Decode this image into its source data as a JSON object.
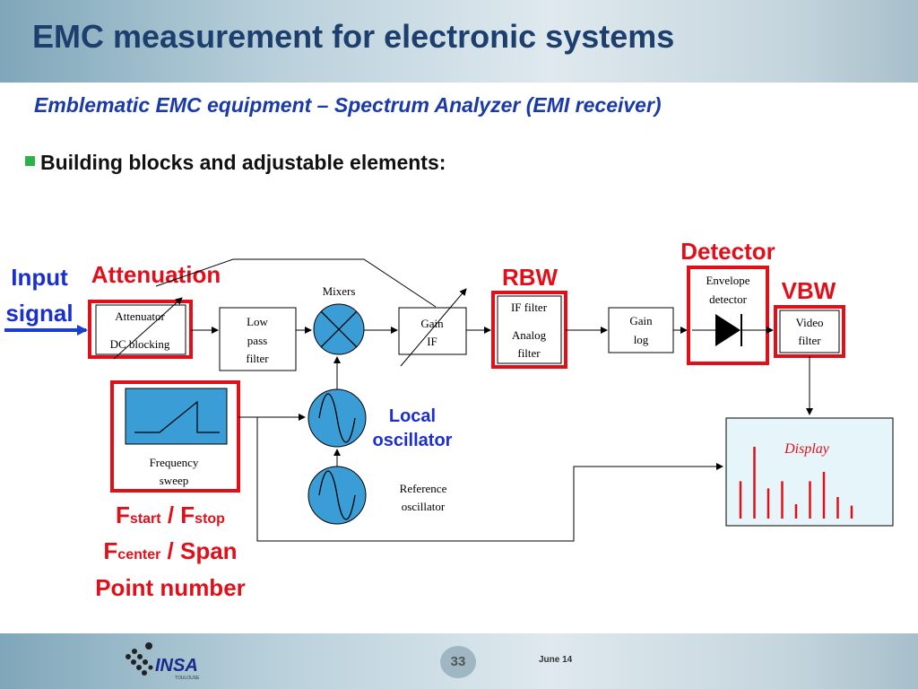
{
  "header": {
    "title": "EMC measurement for electronic systems"
  },
  "subtitle": "Emblematic EMC equipment – Spectrum Analyzer (EMI receiver)",
  "bullet": "Building blocks and adjustable elements:",
  "diagram": {
    "input_line1": "Input",
    "input_line2": "signal",
    "attenuation_label": "Attenuation",
    "attenuator_line1": "Attenuator",
    "attenuator_line2": "DC blocking",
    "lowpass_line1": "Low",
    "lowpass_line2": "pass",
    "lowpass_line3": "filter",
    "mixers": "Mixers",
    "gainif_line1": "Gain",
    "gainif_line2": "IF",
    "rbw": "RBW",
    "iffilter_line1": "IF filter",
    "iffilter_line2": "Analog",
    "iffilter_line3": "filter",
    "gainlog_line1": "Gain",
    "gainlog_line2": "log",
    "detector": "Detector",
    "envelope_line1": "Envelope",
    "envelope_line2": "detector",
    "vbw": "VBW",
    "video_line1": "Video",
    "video_line2": "filter",
    "local_osc_line1": "Local",
    "local_osc_line2": "oscillator",
    "ref_osc_line1": "Reference",
    "ref_osc_line2": "oscillator",
    "sweep_line1": "Frequency",
    "sweep_line2": "sweep",
    "display": "Display",
    "fstart_F": "F",
    "fstart_sub": "start",
    "fstop_mid": " / F",
    "fstop_sub": "stop",
    "fcenter_F": "F",
    "fcenter_sub": "center",
    "span": " / Span",
    "point_number": "Point number",
    "display_spectrum_levels": [
      0.52,
      1.0,
      0.42,
      0.52,
      0.2,
      0.52,
      0.65,
      0.3,
      0.18
    ]
  },
  "footer": {
    "page": "33",
    "date": "June 14",
    "logo_text": "INSA",
    "logo_sub": "TOULOUSE"
  },
  "colors": {
    "title": "#1d3f6e",
    "subtitle": "#1a3aa8",
    "highlight_red": "#e0101a",
    "blue_label": "#1a2fcc",
    "display_bg": "#e5f5f9",
    "sweep_bg": "#3a9dd6",
    "osc_bg": "#3a9dd6",
    "bullet": "#2db24a"
  }
}
